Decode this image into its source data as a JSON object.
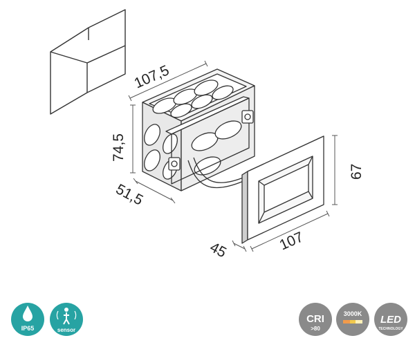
{
  "dimensions": {
    "box_width": "107,5",
    "box_height": "74,5",
    "box_depth": "51,5",
    "frame_width": "107",
    "frame_height": "67",
    "frame_depth": "45"
  },
  "badges": {
    "ip_rating": "IP65",
    "sensor": "sensor",
    "cri": "CRI",
    "cri_value": ">80",
    "color_temp": "3000K",
    "led": "LED",
    "led_sub": "TECHNOLOGY"
  },
  "colors": {
    "line": "#333333",
    "badge_teal": "#27a3a3",
    "badge_grey": "#8a8a8a"
  }
}
